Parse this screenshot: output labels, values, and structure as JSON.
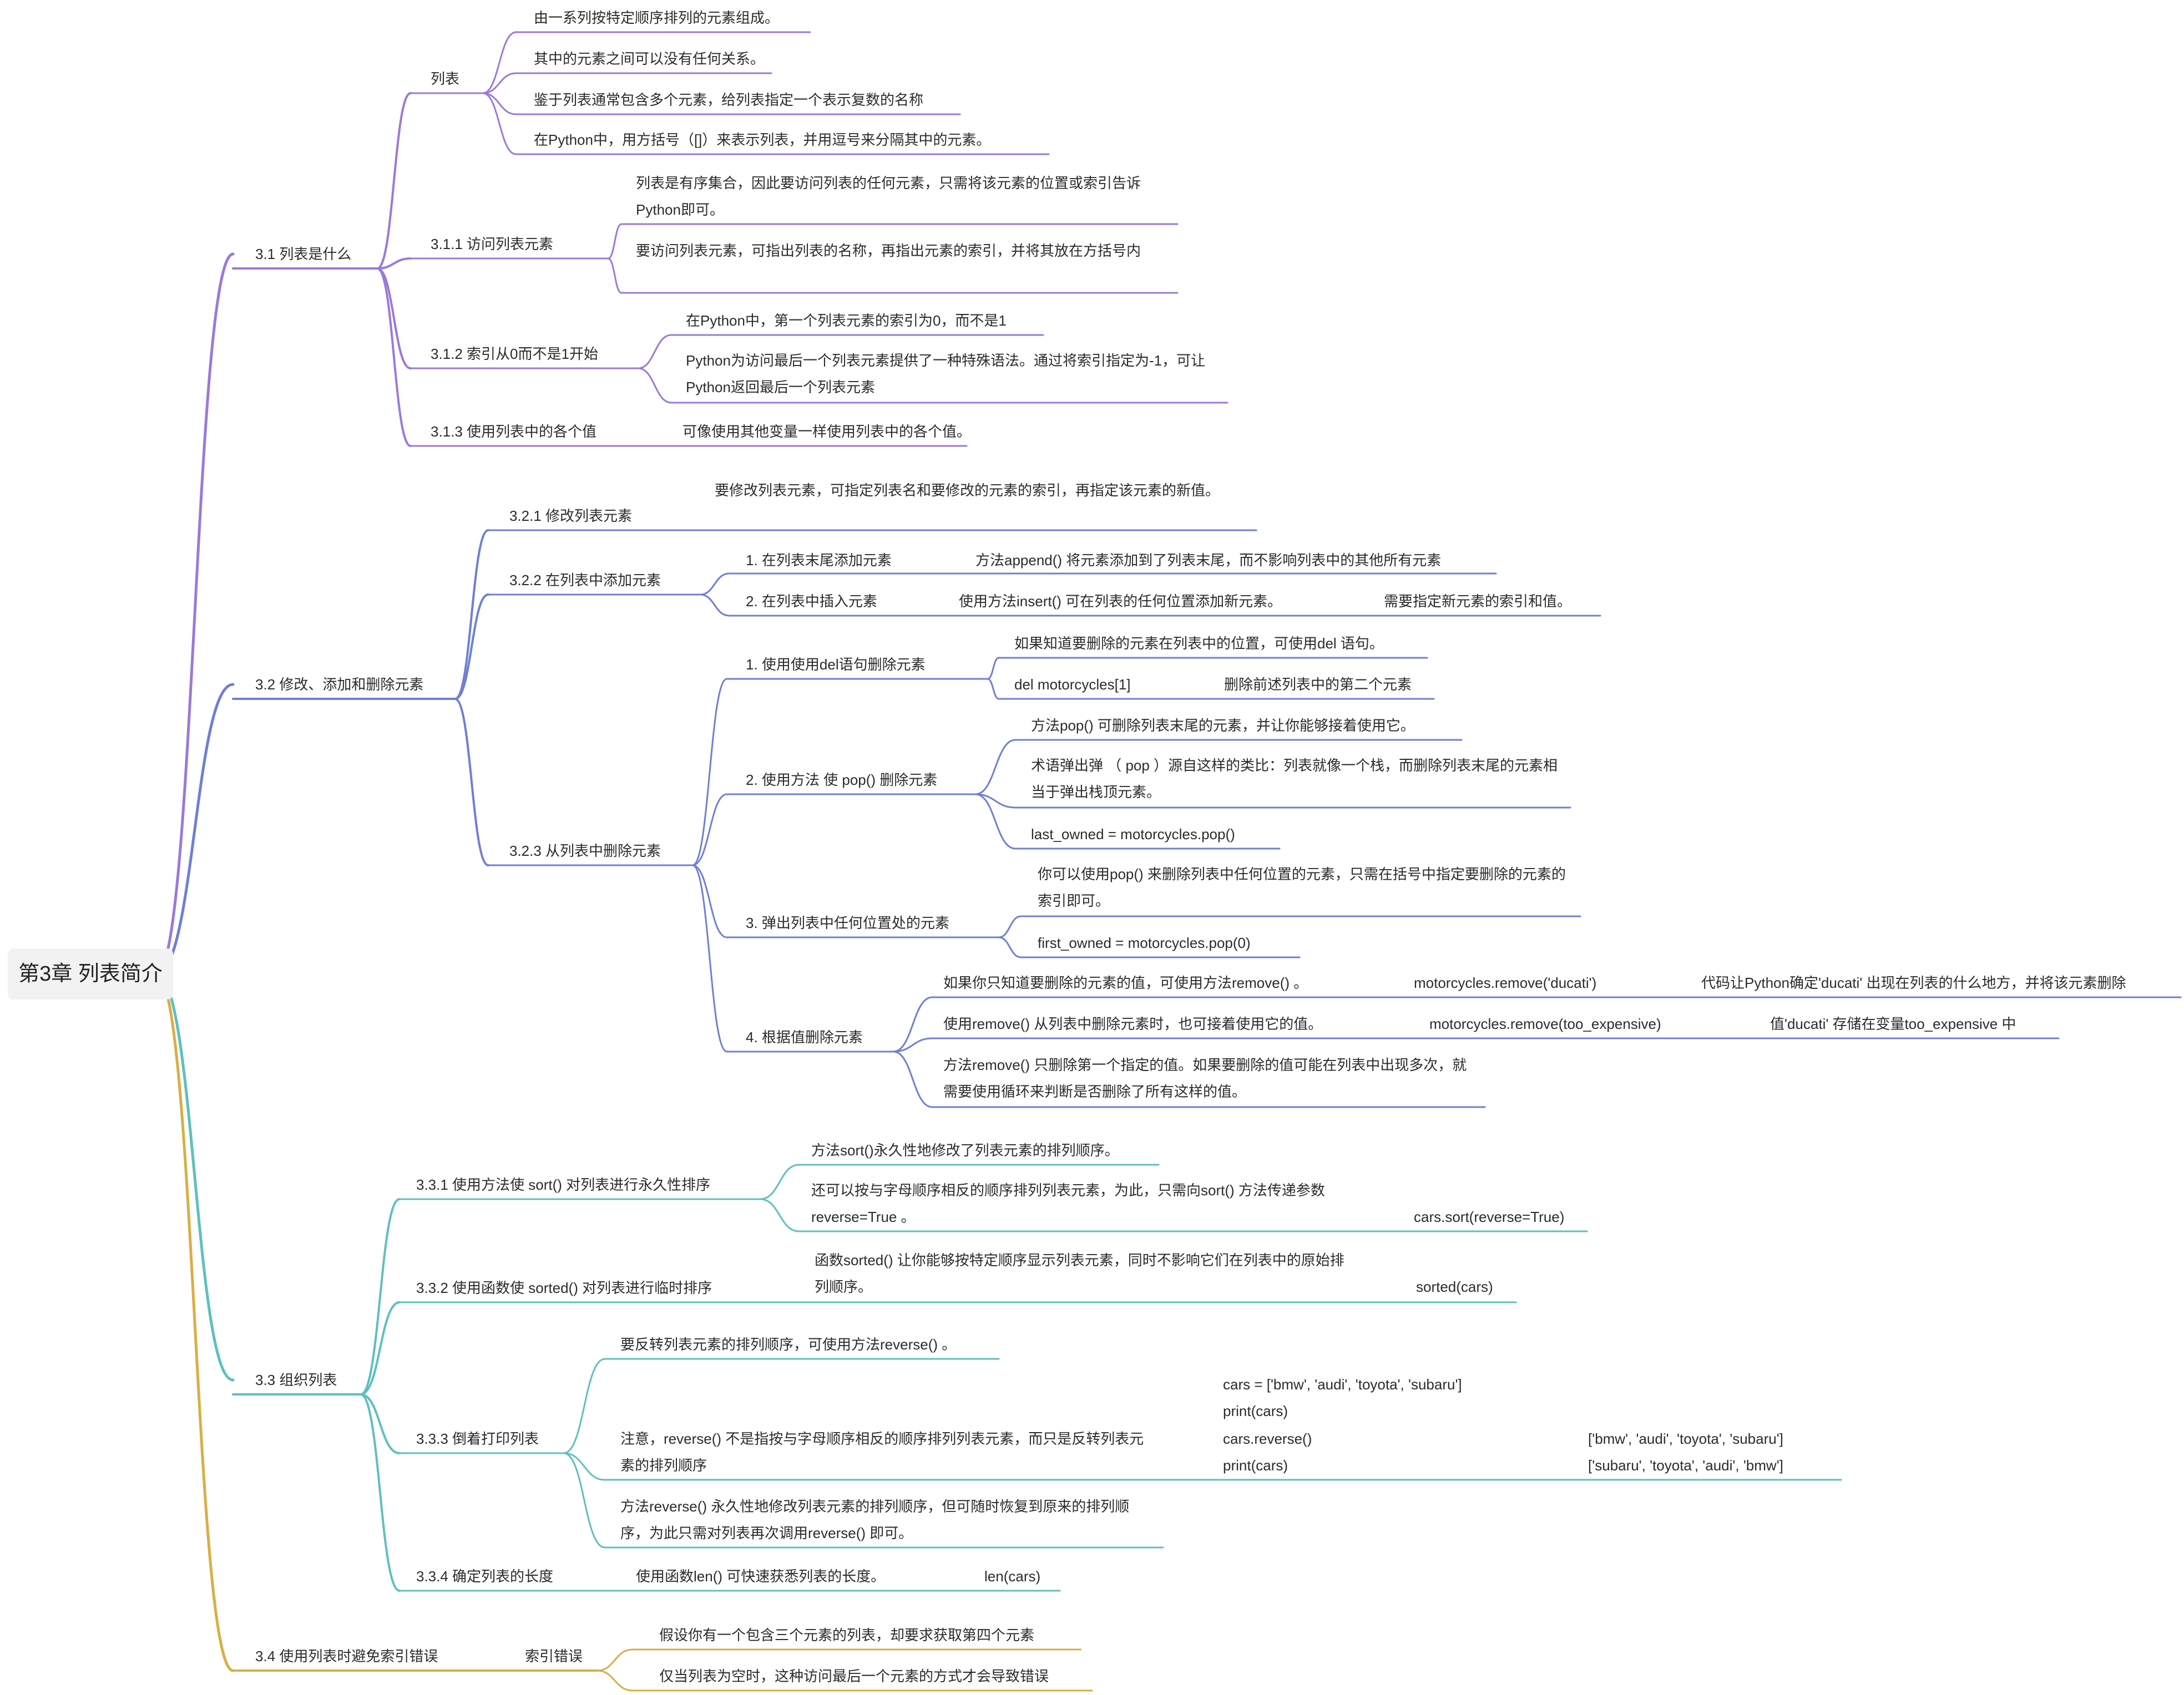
{
  "colors": {
    "purple": "#9b79d9",
    "blue": "#6f7fd4",
    "teal": "#5fbfbf",
    "gold": "#d9ae45",
    "root_bg": "#f2f2f2"
  },
  "root": "第3章 列表简介",
  "s31": {
    "title": "3.1 列表是什么",
    "list": {
      "label": "列表",
      "items": [
        "由一系列按特定顺序排列的元素组成。",
        "其中的元素之间可以没有任何关系。",
        "鉴于列表通常包含多个元素，给列表指定一个表示复数的名称",
        "在Python中，用方括号（[]）来表示列表，并用逗号来分隔其中的元素。"
      ]
    },
    "s311": {
      "label": "3.1.1 访问列表元素",
      "items": [
        "列表是有序集合，因此要访问列表的任何元素，只需将该元素的位置或索引告诉Python即可。",
        "要访问列表元素，可指出列表的名称，再指出元素的索引，并将其放在方括号内"
      ]
    },
    "s312": {
      "label": "3.1.2 索引从0而不是1开始",
      "items": [
        "在Python中，第一个列表元素的索引为0，而不是1",
        "Python为访问最后一个列表元素提供了一种特殊语法。通过将索引指定为-1，可让Python返回最后一个列表元素"
      ]
    },
    "s313": {
      "label": "3.1.3 使用列表中的各个值",
      "items": [
        "可像使用其他变量一样使用列表中的各个值。"
      ]
    }
  },
  "s32": {
    "title": "3.2 修改、添加和删除元素",
    "s321": {
      "label": "3.2.1 修改列表元素",
      "items": [
        "要修改列表元素，可指定列表名和要修改的元素的索引，再指定该元素的新值。"
      ]
    },
    "s322": {
      "label": "3.2.2 在列表中添加元素",
      "a1": {
        "label": "1. 在列表末尾添加元素",
        "text": "方法append() 将元素添加到了列表末尾，而不影响列表中的其他所有元素"
      },
      "a2": {
        "label": "2. 在列表中插入元素",
        "text": "使用方法insert() 可在列表的任何位置添加新元素。",
        "note": "需要指定新元素的索引和值。"
      }
    },
    "s323": {
      "label": "3.2.3 从列表中删除元素",
      "d1": {
        "label": "1. 使用使用del语句删除元素",
        "text1": "如果知道要删除的元素在列表中的位置，可使用del 语句。",
        "code": "del motorcycles[1]",
        "code_note": "删除前述列表中的第二个元素"
      },
      "d2": {
        "label": "2. 使用方法 使 pop() 删除元素",
        "items": [
          "方法pop() 可删除列表末尾的元素，并让你能够接着使用它。",
          "术语弹出弹 （ pop ）源自这样的类比：列表就像一个栈，而删除列表末尾的元素相当于弹出栈顶元素。",
          "last_owned = motorcycles.pop()"
        ]
      },
      "d3": {
        "label": "3. 弹出列表中任何位置处的元素",
        "items": [
          "你可以使用pop() 来删除列表中任何位置的元素，只需在括号中指定要删除的元素的索引即可。",
          "first_owned = motorcycles.pop(0)"
        ]
      },
      "d4": {
        "label": "4. 根据值删除元素",
        "r1": {
          "text": "如果你只知道要删除的元素的值，可使用方法remove() 。",
          "code": "motorcycles.remove('ducati')",
          "note": "代码让Python确定'ducati' 出现在列表的什么地方，并将该元素删除"
        },
        "r2": {
          "text": "使用remove() 从列表中删除元素时，也可接着使用它的值。",
          "code": "motorcycles.remove(too_expensive)",
          "note": "值'ducati' 存储在变量too_expensive 中"
        },
        "r3": {
          "text": "方法remove() 只删除第一个指定的值。如果要删除的值可能在列表中出现多次，就需要使用循环来判断是否删除了所有这样的值。"
        }
      }
    }
  },
  "s33": {
    "title": "3.3 组织列表",
    "s331": {
      "label": "3.3.1 使用方法使 sort() 对列表进行永久性排序",
      "item1": "方法sort()永久性地修改了列表元素的排列顺序。",
      "item2": "还可以按与字母顺序相反的顺序排列列表元素，为此，只需向sort() 方法传递参数reverse=True 。",
      "code": "cars.sort(reverse=True)"
    },
    "s332": {
      "label": "3.3.2 使用函数使 sorted() 对列表进行临时排序",
      "text": "函数sorted() 让你能够按特定顺序显示列表元素，同时不影响它们在列表中的原始排 列顺序。",
      "code": "sorted(cars)"
    },
    "s333": {
      "label": "3.3.3 倒着打印列表",
      "item1": "要反转列表元素的排列顺序，可使用方法reverse() 。",
      "item2": "注意，reverse() 不是指按与字母顺序相反的顺序排列列表元素，而只是反转列表元素的排列顺序",
      "code_lines": [
        "cars = ['bmw', 'audi', 'toyota', 'subaru']",
        "print(cars)",
        "cars.reverse()",
        "print(cars)"
      ],
      "output_lines": [
        "['bmw', 'audi', 'toyota', 'subaru']",
        "['subaru', 'toyota', 'audi', 'bmw']"
      ],
      "item3": "方法reverse() 永久性地修改列表元素的排列顺序，但可随时恢复到原来的排列顺序，为此只需对列表再次调用reverse() 即可。"
    },
    "s334": {
      "label": "3.3.4 确定列表的长度",
      "text": "使用函数len() 可快速获悉列表的长度。",
      "code": "len(cars)"
    }
  },
  "s34": {
    "title": "3.4 使用列表时避免索引错误",
    "sub": {
      "label": "索引错误",
      "items": [
        "假设你有一个包含三个元素的列表，却要求获取第四个元素",
        "仅当列表为空时，这种访问最后一个元素的方式才会导致错误"
      ]
    }
  }
}
